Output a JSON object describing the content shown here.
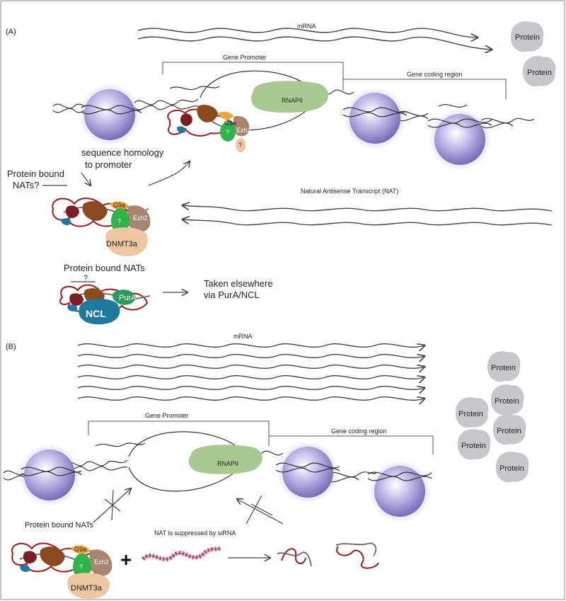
{
  "panels": {
    "a": {
      "label": "(A)",
      "mrna_label": "mRNA",
      "protein_labels": [
        "Protein",
        "Protein"
      ],
      "gene_promoter_label": "Gene Promoter",
      "gene_coding_label": "Gene coding region",
      "rnapii_label": "RNAPII",
      "complex_labels": {
        "g9a": "G9a",
        "ezh2": "Ezh2",
        "unknown": "?",
        "unknown2": "?"
      },
      "sequence_homology_label": "sequence homology\nto promoter",
      "protein_bound_nats_q": "Protein bound\nNATs?",
      "nat_label": "Natural Antisense Transcript (NAT)",
      "complex2_labels": {
        "g9a": "G9a",
        "ezh2": "Ezh2",
        "unknown": "?",
        "dnmt3a": "DNMT3a"
      },
      "protein_bound_nats": "Protein bound NATs",
      "question_mark": "?",
      "pura_label": "PurA",
      "ncl_label": "NCL",
      "taken_elsewhere": "Taken elsewhere\nvia PurA/NCL"
    },
    "b": {
      "label": "(B)",
      "mrna_label": "mRNA",
      "protein_labels": [
        "Protein",
        "Protein",
        "Protein",
        "Protein",
        "Protein",
        "Protein"
      ],
      "gene_promoter_label": "Gene Promoter",
      "gene_coding_label": "Gene coding region",
      "rnapii_label": "RNAPII",
      "protein_bound_nats": "Protein bound NATs",
      "nat_suppressed": "NAT is suppressed by siRNA",
      "plus": "+",
      "complex_labels": {
        "g9a": "G9a",
        "ezh2": "Ezh2",
        "unknown": "?",
        "dnmt3a": "DNMT3a"
      }
    }
  },
  "colors": {
    "nucleosome": "#9a8fd0",
    "rnapii": "#a9c990",
    "g9a": "#f0a23a",
    "ezh2": "#a98570",
    "unknown": "#2fb34a",
    "dnmt3a": "#efc6a2",
    "ncl": "#1d7a9a",
    "pura": "#2a9a5a",
    "protein": "#c8c8cc",
    "red_strand": "#9b1c1c",
    "sirna": "#e0588a"
  }
}
